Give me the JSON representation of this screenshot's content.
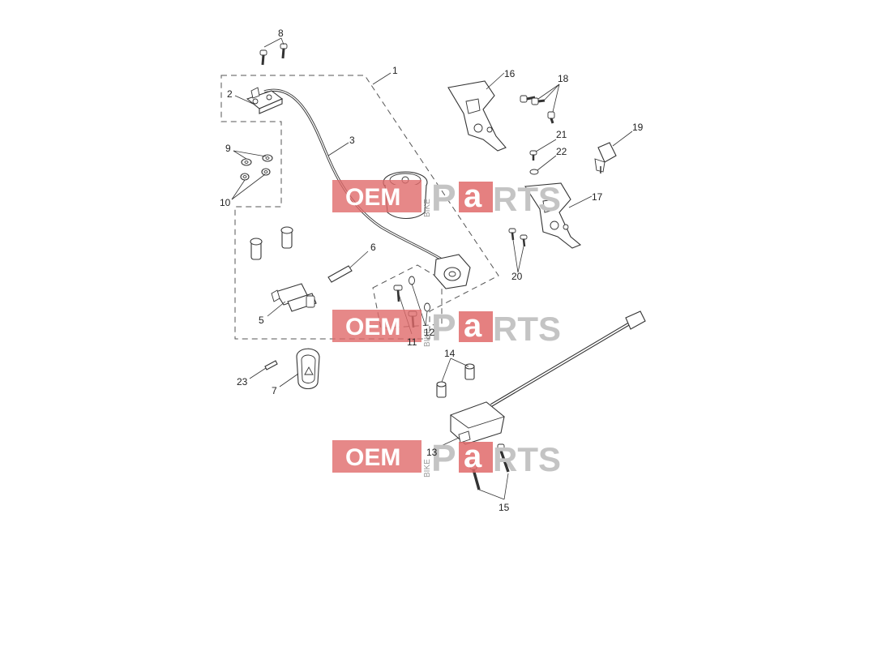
{
  "watermark": {
    "left_word": "OEM",
    "vertical_word": "BIKE",
    "p_letter": "P",
    "a_letter": "a",
    "right_word": "RTS",
    "red_color": "#e06a6a",
    "grey_color": "#c4c4c4"
  },
  "callouts": {
    "c1": "1",
    "c2": "2",
    "c3": "3",
    "c5": "5",
    "c6": "6",
    "c7": "7",
    "c8": "8",
    "c9": "9",
    "c10": "10",
    "c11": "11",
    "c12": "12",
    "c13": "13",
    "c14": "14",
    "c15": "15",
    "c16": "16",
    "c17": "17",
    "c18": "18",
    "c19": "19",
    "c20": "20",
    "c21": "21",
    "c22": "22",
    "c23": "23"
  }
}
